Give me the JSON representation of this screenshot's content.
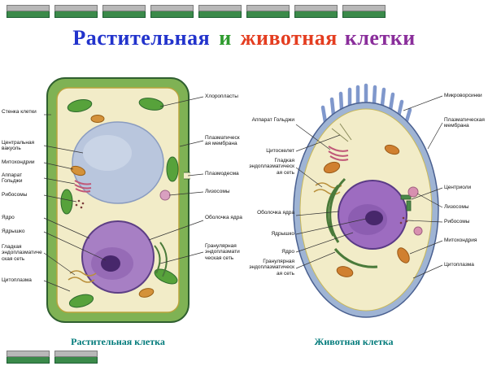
{
  "title": {
    "word1": "Растительная",
    "word2": "и",
    "word3": "животная",
    "word4": "клетки"
  },
  "plant_cell": {
    "caption": "Растительная клетка",
    "labels_left": [
      "Стенка клетки",
      "Центральная вакуоль",
      "Митохондрии",
      "Аппарат Гольджи",
      "Рибосомы",
      "Ядро",
      "Ядрышко",
      "Гладкая эндоплазматическая сеть",
      "Цитоплазма"
    ],
    "labels_right": [
      "Хлоропласты",
      "Плазматическая мембрана",
      "Плазмодесма",
      "Лизосомы",
      "Оболочка ядра",
      "Гранулярная эндоплазматическая сеть"
    ]
  },
  "animal_cell": {
    "caption": "Животная клетка",
    "labels_left": [
      "Аппарат Гольджи",
      "Цитоскелет",
      "Гладкая эндоплазматическая сеть",
      "Оболочка ядра",
      "Ядрышко",
      "Ядро",
      "Гранулярная эндоплазматическая сеть"
    ],
    "labels_right": [
      "Микроворсинки",
      "Плазматическая мембрана",
      "Центриоли",
      "Лизосомы",
      "Рибосомы",
      "Митохондрия",
      "Цитоплазма"
    ]
  },
  "colors": {
    "title_blue": "#2233cc",
    "title_green": "#2e9b2e",
    "title_red": "#e43d20",
    "title_purple": "#8a2e9b",
    "caption_teal": "#007a7a",
    "cell_wall_green": "#7fb254",
    "membrane_blue": "#9fb4d4",
    "cytoplasm_yellow": "#f2ecc8",
    "nucleus_purple": "#9d6cc0",
    "vacuole_blue": "#b9c6dd",
    "bar_gray": "#b8b8b8",
    "bar_green": "#3b8a4a"
  }
}
